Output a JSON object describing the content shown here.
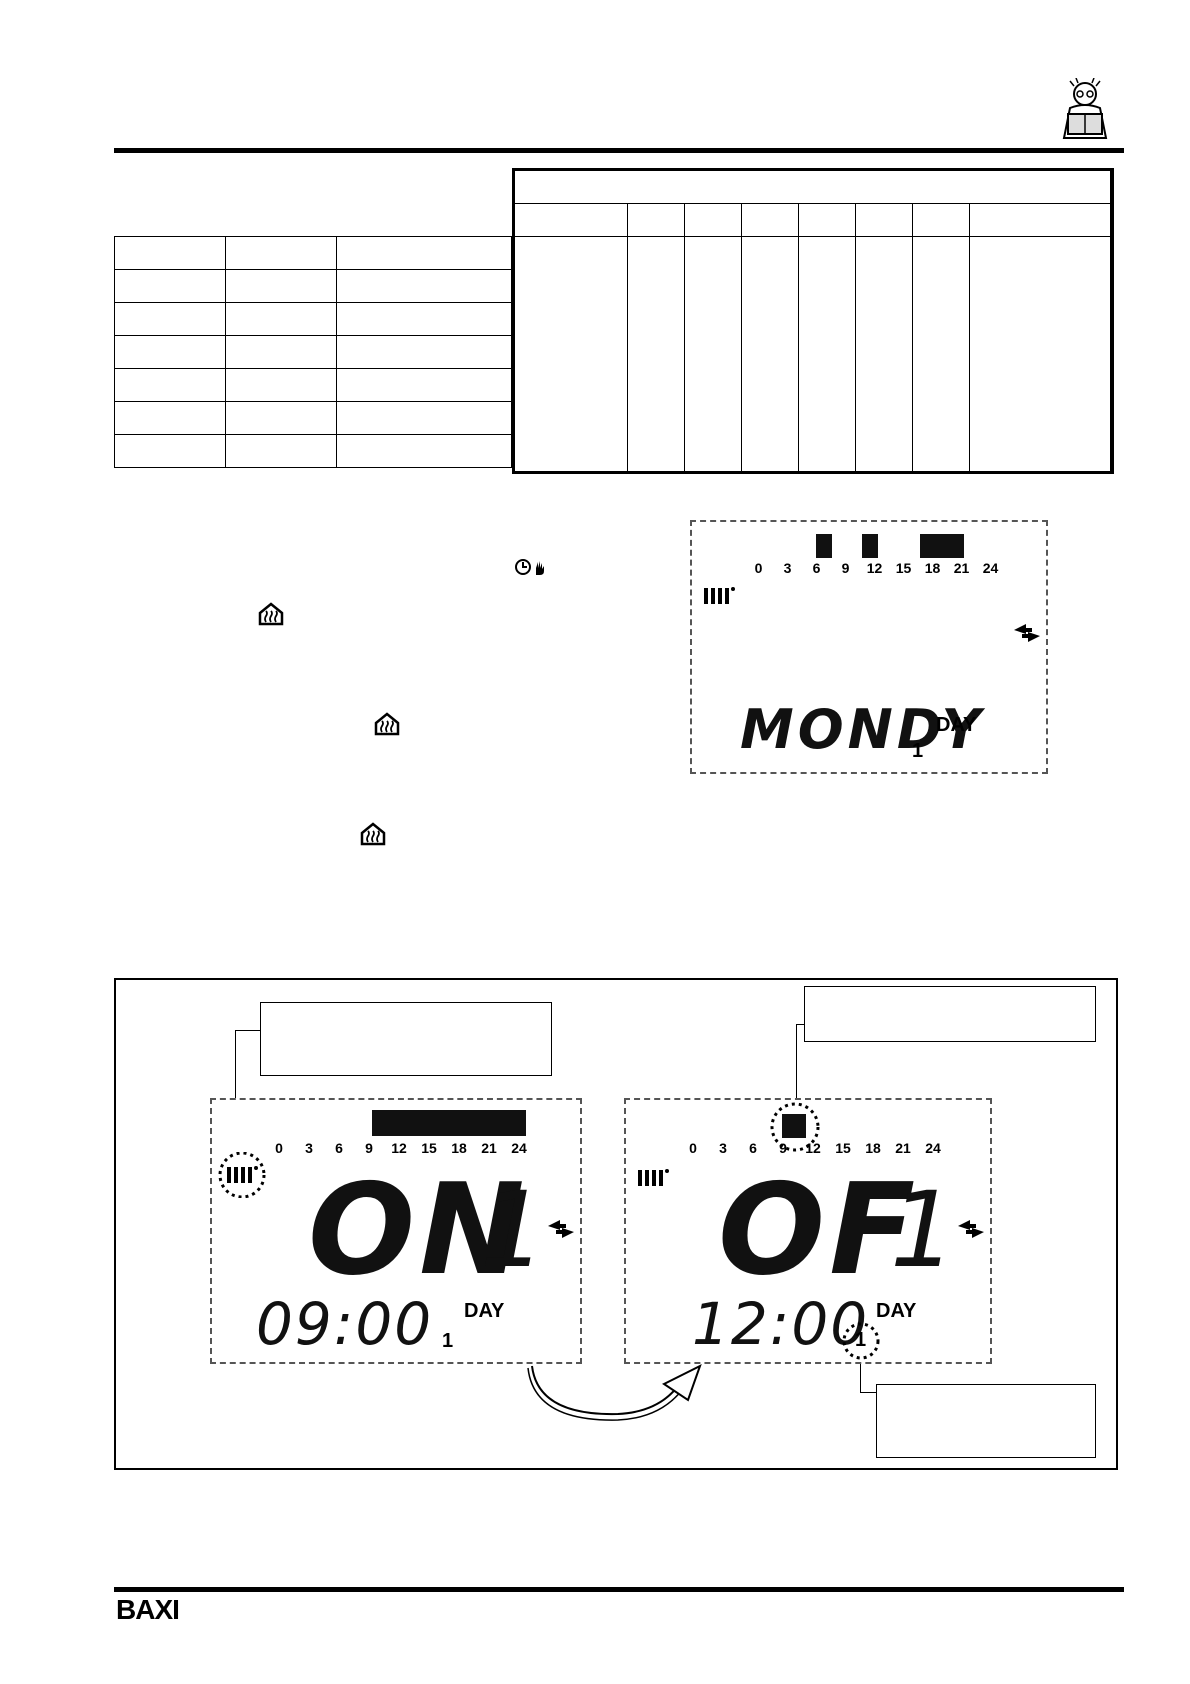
{
  "brand": {
    "name": "BAXI"
  },
  "lcd_top": {
    "ticks": [
      "0",
      "3",
      "6",
      "9",
      "12",
      "15",
      "18",
      "21",
      "24"
    ],
    "day_text": "MONDY",
    "day_label": "DAY",
    "day_number": "1"
  },
  "lcd_on": {
    "ticks": [
      "0",
      "3",
      "6",
      "9",
      "12",
      "15",
      "18",
      "21",
      "24"
    ],
    "mode_text": "ON",
    "program_number": "1",
    "time": "09:00",
    "day_label": "DAY",
    "day_number": "1"
  },
  "lcd_off": {
    "ticks": [
      "0",
      "3",
      "6",
      "9",
      "12",
      "15",
      "18",
      "21",
      "24"
    ],
    "mode_text": "OF",
    "program_number": "1",
    "time": "12:00",
    "day_label": "DAY",
    "day_number": "1"
  },
  "icons": [
    "mascot-icon",
    "clock-hand-icon",
    "heating-house-icon",
    "radiator-icon",
    "arrows-icon",
    "curved-arrow-icon"
  ]
}
